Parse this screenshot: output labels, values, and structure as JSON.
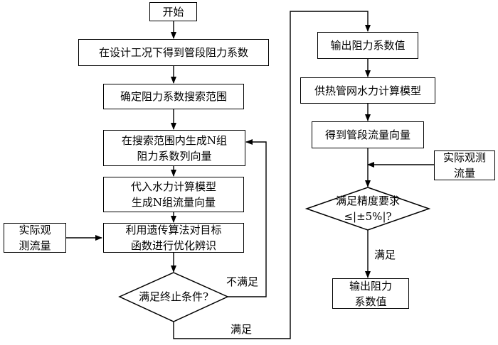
{
  "flowchart": {
    "start": "开始",
    "step_design_resistance": "在设计工况下得到管段阻力系数",
    "step_search_range": "确定阻力系数搜索范围",
    "step_generate_vectors": [
      "在搜索范围内生成N组",
      "阻力系数列向量"
    ],
    "step_hydraulic_model": [
      "代入水力计算模型",
      "生成N组流量向量"
    ],
    "observed_flow_left": [
      "实际观",
      "测流量"
    ],
    "step_genetic_algorithm": [
      "利用遗传算法对目标",
      "函数进行优化辨识"
    ],
    "decision_termination": "满足终止条件?",
    "label_not_satisfied": "不满足",
    "label_satisfied_bottom": "满足",
    "step_output_value": "输出阻力系数值",
    "step_network_model": "供热管网水力计算模型",
    "step_flow_vector": "得到管段流量向量",
    "observed_flow_right": [
      "实际观测",
      "流量"
    ],
    "decision_accuracy": [
      "满足精度要求",
      "≤|±5%|?"
    ],
    "label_satisfied_right": "满足",
    "final_output": [
      "输出阻力",
      "系数值"
    ]
  }
}
